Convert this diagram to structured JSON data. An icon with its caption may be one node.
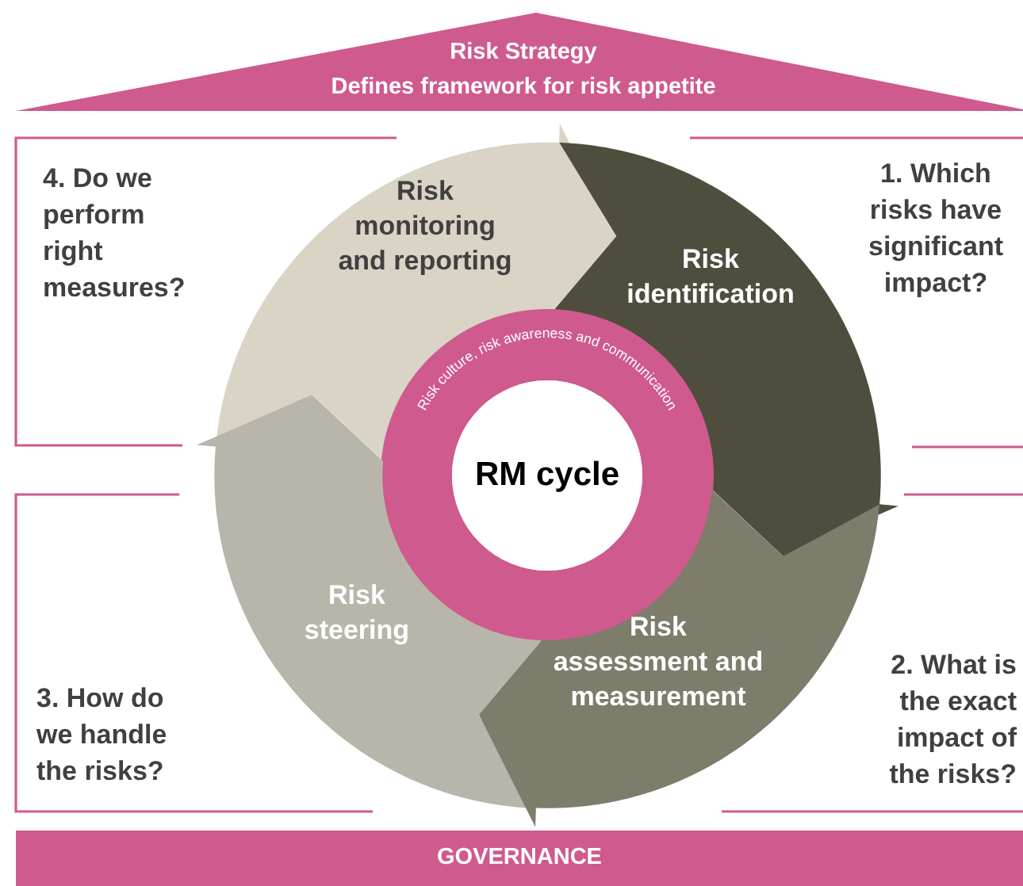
{
  "diagram": {
    "nodes": [
      {
        "text": [
          "Risk Strategy",
          "Defines framework for risk appetite"
        ]
      },
      {
        "text": [
          "4. Do we perform right measures?"
        ]
      },
      {
        "text": [
          "Risk monitoring and reporting"
        ]
      },
      {
        "text": [
          "Risk identification"
        ]
      },
      {
        "text": [
          "1. Which risks have significant impact?"
        ]
      },
      {
        "text": [
          "Risk culture, risk awareness and communication"
        ]
      },
      {
        "text": [
          "RM cycle"
        ],
        "in": 5
      },
      {
        "text": [
          "Risk steering"
        ]
      },
      {
        "text": [
          "Risk assessment and measurement"
        ]
      },
      {
        "text": [
          "3. How do we handle the risks?"
        ]
      },
      {
        "text": [
          "2. What is the exact impact of the risks?"
        ]
      },
      {
        "text": [
          "GOVERNANCE"
        ]
      }
    ]
  }
}
